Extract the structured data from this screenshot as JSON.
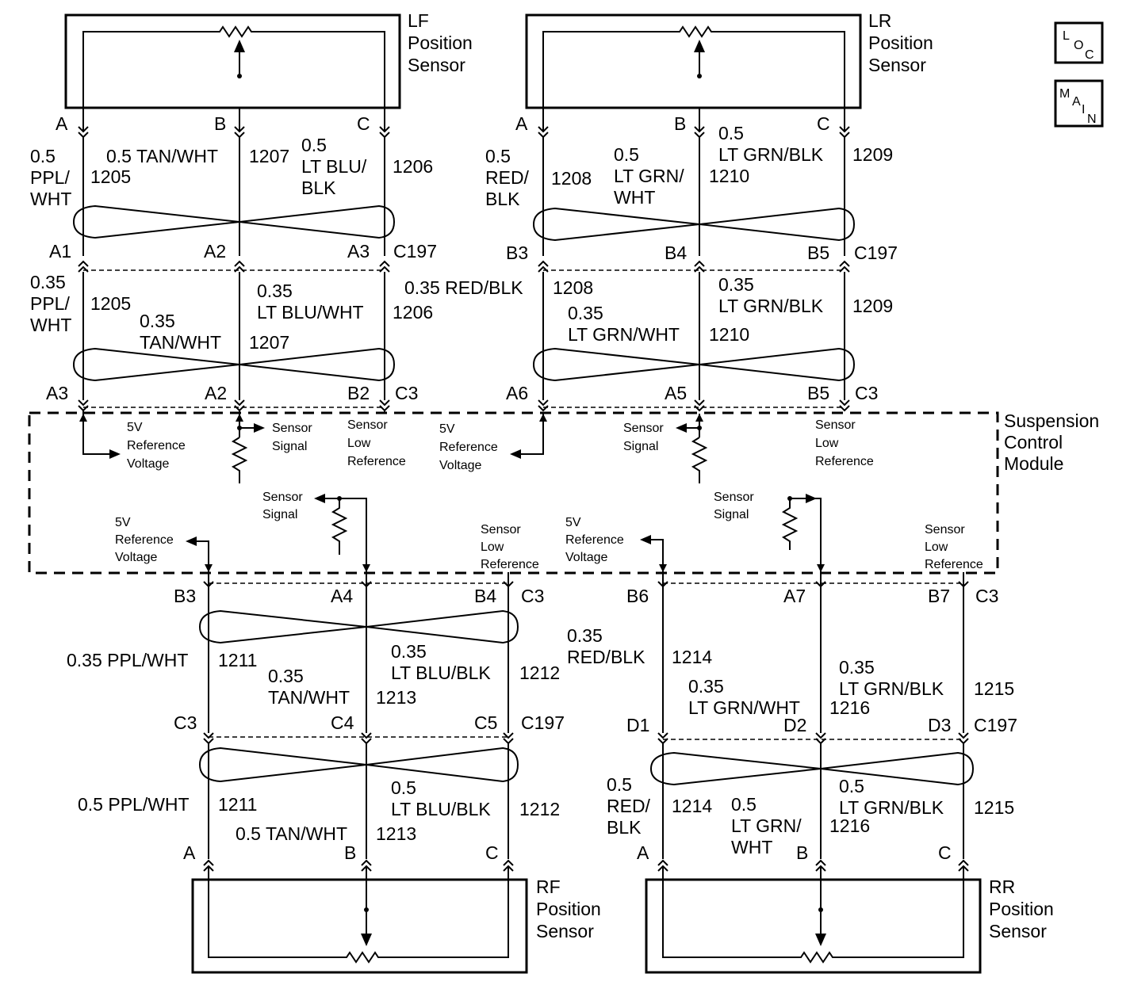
{
  "sensors": {
    "lf": [
      "LF",
      "Position",
      "Sensor"
    ],
    "lr": [
      "LR",
      "Position",
      "Sensor"
    ],
    "rf": [
      "RF",
      "Position",
      "Sensor"
    ],
    "rr": [
      "RR",
      "Position",
      "Sensor"
    ]
  },
  "badges": {
    "loc": [
      "L",
      "O",
      "C"
    ],
    "main": [
      "M",
      "A",
      "I",
      "N"
    ]
  },
  "module": [
    "Suspension",
    "Control",
    "Module"
  ],
  "terminals": {
    "a": "A",
    "b": "B",
    "c": "C"
  },
  "connectors": {
    "c197": "C197",
    "c3": "C3",
    "lf_c197": [
      "A1",
      "A2",
      "A3"
    ],
    "lf_c3": [
      "A3",
      "A2",
      "B2"
    ],
    "lr_c197": [
      "B3",
      "B4",
      "B5"
    ],
    "lr_c3": [
      "A6",
      "A5",
      "B5"
    ],
    "rf_c3": [
      "B3",
      "A4",
      "B4"
    ],
    "rf_c197": [
      "C3",
      "C4",
      "C5"
    ],
    "rr_c3": [
      "B6",
      "A7",
      "B7"
    ],
    "rr_c197": [
      "D1",
      "D2",
      "D3"
    ]
  },
  "wires": {
    "lf_top": {
      "a": [
        "0.5",
        "PPL/",
        "WHT"
      ],
      "a_num": "1205",
      "b": "0.5 TAN/WHT",
      "b_num": "1207",
      "c": [
        "0.5",
        "LT BLU/",
        "BLK"
      ],
      "c_num": "1206"
    },
    "lf_mid": {
      "a": [
        "0.35",
        "PPL/",
        "WHT"
      ],
      "a_num": "1205",
      "b": [
        "0.35",
        "TAN/WHT"
      ],
      "b_num": "1207",
      "c": [
        "0.35",
        "LT BLU/WHT"
      ],
      "c_num": "1206"
    },
    "lr_top": {
      "a": [
        "0.5",
        "RED/",
        "BLK"
      ],
      "a_num": "1208",
      "b": [
        "0.5",
        "LT GRN/",
        "WHT"
      ],
      "b_num": "1210",
      "c": [
        "0.5",
        "LT GRN/BLK"
      ],
      "c_num": "1209"
    },
    "lr_mid": {
      "a": "0.35 RED/BLK",
      "a_num": "1208",
      "b": [
        "0.35",
        "LT GRN/WHT"
      ],
      "b_num": "1210",
      "c": [
        "0.35",
        "LT GRN/BLK"
      ],
      "c_num": "1209"
    },
    "rf_mid": {
      "a": "0.35 PPL/WHT",
      "a_num": "1211",
      "b": [
        "0.35",
        "TAN/WHT"
      ],
      "b_num": "1213",
      "c": [
        "0.35",
        "LT BLU/BLK"
      ],
      "c_num": "1212"
    },
    "rf_bot": {
      "a": "0.5 PPL/WHT",
      "a_num": "1211",
      "b": "0.5 TAN/WHT",
      "b_num": "1213",
      "c": [
        "0.5",
        "LT BLU/BLK"
      ],
      "c_num": "1212"
    },
    "rr_mid": {
      "a": [
        "0.35",
        "RED/BLK"
      ],
      "a_num": "1214",
      "b": [
        "0.35",
        "LT GRN/WHT"
      ],
      "b_num": "1216",
      "c": [
        "0.35",
        "LT GRN/BLK"
      ],
      "c_num": "1215"
    },
    "rr_bot": {
      "a": [
        "0.5",
        "RED/",
        "BLK"
      ],
      "a_num": "1214",
      "b": [
        "0.5",
        "LT GRN/",
        "WHT"
      ],
      "b_num": "1216",
      "c": [
        "0.5",
        "LT GRN/BLK"
      ],
      "c_num": "1215"
    }
  },
  "internal": {
    "ref": [
      "5V",
      "Reference",
      "Voltage"
    ],
    "signal": [
      "Sensor",
      "Signal"
    ],
    "low": [
      "Sensor",
      "Low",
      "Reference"
    ]
  }
}
